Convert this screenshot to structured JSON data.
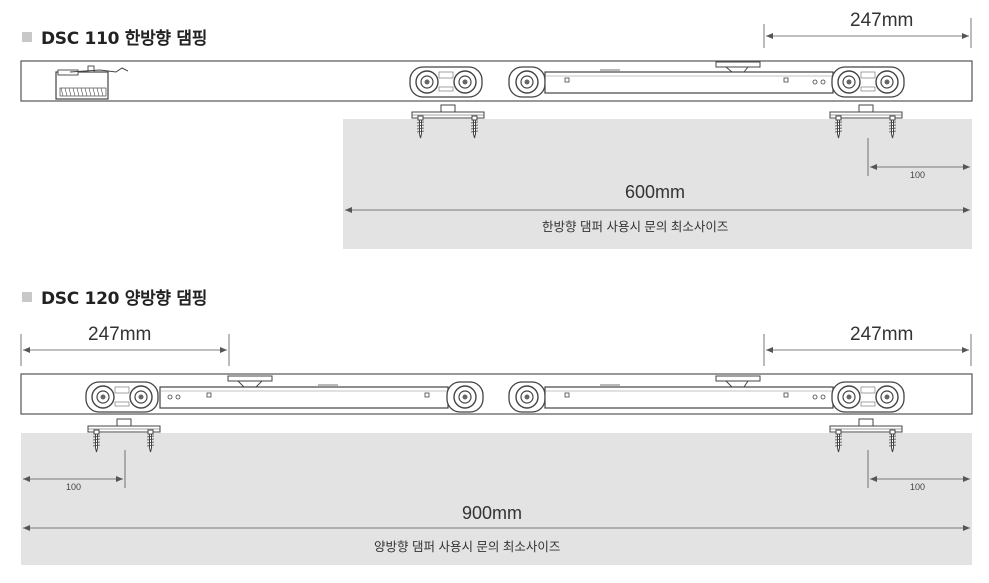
{
  "sections": [
    {
      "title": "DSC 110 한방향 댐핑",
      "top_dim": "247mm",
      "side_dim": "100",
      "width_dim": "600mm",
      "caption": "한방향 댐퍼 사용시 문의 최소사이즈"
    },
    {
      "title": "DSC 120 양방향 댐핑",
      "left_dim": "247mm",
      "right_dim": "247mm",
      "left_side_dim": "100",
      "right_side_dim": "100",
      "width_dim": "900mm",
      "caption": "양방향 댐퍼 사용시 문의 최소사이즈"
    }
  ],
  "colors": {
    "door_fill": "#e3e3e3",
    "line": "#555555",
    "bullet": "#c8c8c8"
  }
}
